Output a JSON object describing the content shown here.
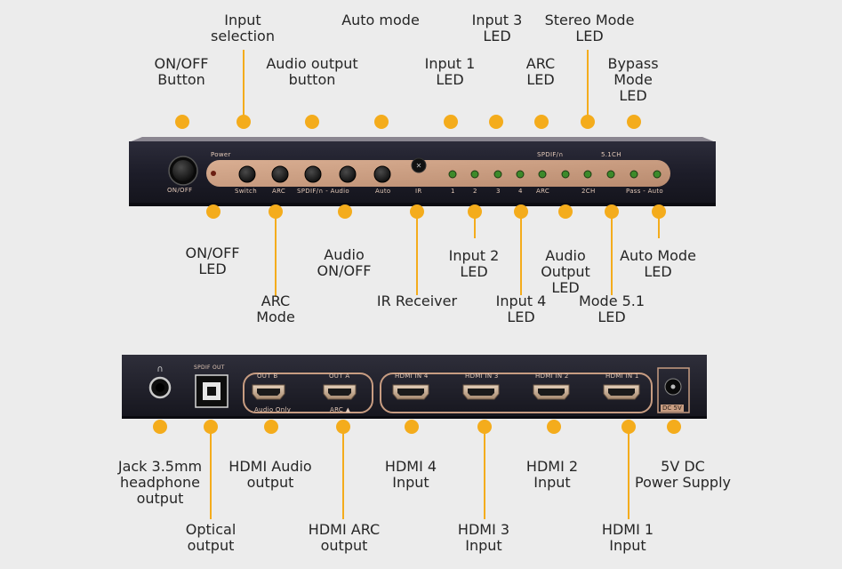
{
  "front_panel": {
    "power_text": "Power",
    "on_off_text": "ON/OFF",
    "spdif_text": "SPDIF/∩",
    "ch51_text": "5.1CH",
    "switch_text": "Switch",
    "arc_text": "ARC",
    "spdif_audio_text": "SPDIF/∩ - Audio",
    "auto_text": "Auto",
    "ir_text": "IR",
    "n1": "1",
    "n2": "2",
    "n3": "3",
    "n4": "4",
    "arc2_text": "ARC",
    "ch2_text": "2CH",
    "pass_auto_text": "Pass - Auto"
  },
  "rear_panel": {
    "spdif_out_text": "SPDIF OUT",
    "out_b_text": "OUT B",
    "out_a_text": "OUT A",
    "audio_only_text": "Audio Only",
    "arc_tri_text": "ARC ▲",
    "hdmi_in4_text": "HDMI IN 4",
    "hdmi_in3_text": "HDMI IN 3",
    "hdmi_in2_text": "HDMI IN 2",
    "hdmi_in1_text": "HDMI IN 1",
    "dc5v_text": "DC 5V"
  },
  "labels": {
    "input_selection": "Input\nselection",
    "auto_mode": "Auto mode",
    "input3_led": "Input 3\nLED",
    "stereo_mode_led": "Stereo Mode\nLED",
    "onoff_button": "ON/OFF\nButton",
    "audio_output_button": "Audio output\nbutton",
    "input1_led": "Input 1\nLED",
    "arc_led": "ARC\nLED",
    "bypass_mode_led": "Bypass\nMode\nLED",
    "onoff_led": "ON/OFF\nLED",
    "audio_onoff": "Audio\nON/OFF",
    "input2_led": "Input 2\nLED",
    "audio_output_led": "Audio\nOutput\nLED",
    "auto_mode_led": "Auto Mode\nLED",
    "arc_mode": "ARC\nMode",
    "ir_receiver": "IR Receiver",
    "input4_led": "Input 4\nLED",
    "mode51_led": "Mode 5.1\nLED",
    "jack": "Jack 3.5mm\nheadphone\noutput",
    "hdmi_audio_output": "HDMI Audio\noutput",
    "hdmi4_input": "HDMI 4\nInput",
    "hdmi2_input": "HDMI 2\nInput",
    "dc_power": "5V DC\nPower Supply",
    "optical_output": "Optical\noutput",
    "hdmi_arc_output": "HDMI ARC\noutput",
    "hdmi3_input": "HDMI 3\nInput",
    "hdmi1_input": "HDMI 1\nInput"
  },
  "colors": {
    "background": "#ececec",
    "callout": "#f4ac1c",
    "device_body": "#1f1f2c",
    "copper_panel": "#c89d82",
    "led_green": "#3d8a2a"
  }
}
